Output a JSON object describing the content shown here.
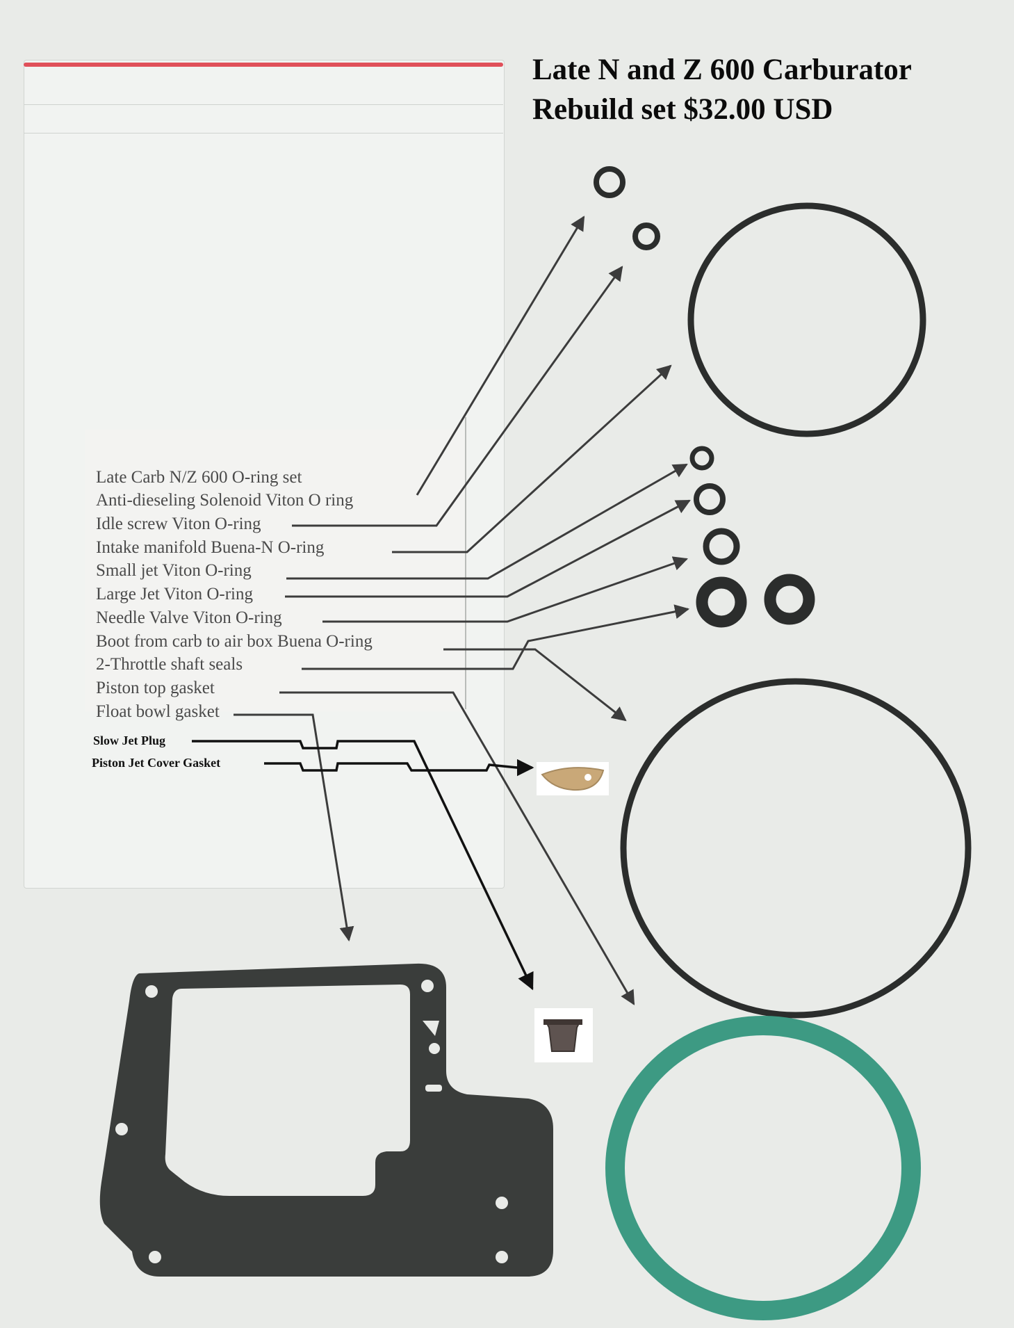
{
  "title": {
    "line1": "Late N and Z 600 Carburator",
    "line2": "Rebuild set $32.00 USD"
  },
  "labels": [
    "Late Carb N/Z 600 O-ring set",
    "Anti-dieseling Solenoid Viton O ring",
    "Idle screw Viton O-ring",
    "Intake manifold Buena-N O-ring",
    "Small jet Viton O-ring",
    "Large Jet Viton O-ring",
    "Needle Valve Viton O-ring",
    "Boot from carb to air box Buena O-ring",
    "2-Throttle shaft seals",
    "Piston top gasket",
    "Float bowl gasket"
  ],
  "bold_labels": [
    "Slow Jet Plug",
    "Piston Jet Cover Gasket"
  ],
  "colors": {
    "background": "#e9ebe8",
    "oring": "#2b2d2c",
    "gasket": "#3a3d3b",
    "green_gasket": "#3d9a83",
    "cork_gasket": "#c9a878",
    "bag_stripe": "#e0505a",
    "leader_line": "#3c3c3c"
  }
}
